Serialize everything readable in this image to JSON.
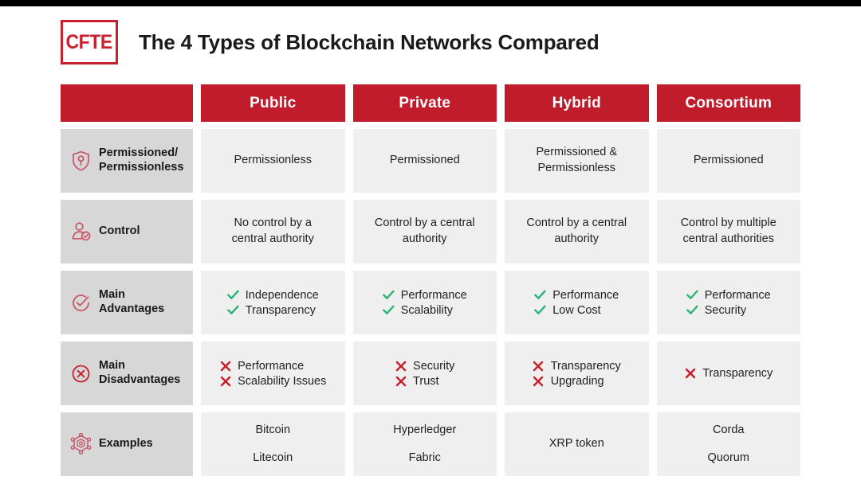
{
  "logo": {
    "text": "CFTE",
    "color": "#C8202E"
  },
  "header": {
    "title": "The 4 Types of Blockchain Networks Compared"
  },
  "theme": {
    "header_red": "#C11C2B",
    "label_bg": "#D7D7D7",
    "cell_bg": "#EFEFEF",
    "check_green": "#29B473",
    "cross_red": "#C8202E"
  },
  "table": {
    "corner_label": "",
    "columns": [
      "Public",
      "Private",
      "Hybrid",
      "Consortium"
    ],
    "rows": [
      {
        "icon": "shield-key-icon",
        "label": "Permissioned/\nPermissionless",
        "label_line1": "Permissioned/",
        "label_line2": "Permissionless",
        "type": "text",
        "cells": [
          {
            "lines": [
              "Permissionless"
            ]
          },
          {
            "lines": [
              "Permissioned"
            ]
          },
          {
            "lines": [
              "Permissioned &",
              "Permissionless"
            ]
          },
          {
            "lines": [
              "Permissioned"
            ]
          }
        ]
      },
      {
        "icon": "user-check-icon",
        "label_line1": "Control",
        "label_line2": "",
        "type": "text",
        "cells": [
          {
            "lines": [
              "No control by a",
              "central authority"
            ]
          },
          {
            "lines": [
              "Control by a central",
              "authority"
            ]
          },
          {
            "lines": [
              "Control by a central",
              "authority"
            ]
          },
          {
            "lines": [
              "Control by multiple",
              "central authorities"
            ]
          }
        ]
      },
      {
        "icon": "circle-check-icon",
        "label_line1": "Main",
        "label_line2": "Advantages",
        "type": "check",
        "cells": [
          {
            "items": [
              "Independence",
              "Transparency"
            ]
          },
          {
            "items": [
              "Performance",
              "Scalability"
            ]
          },
          {
            "items": [
              "Performance",
              "Low Cost"
            ]
          },
          {
            "items": [
              "Performance",
              "Security"
            ]
          }
        ]
      },
      {
        "icon": "circle-cross-icon",
        "label_line1": "Main",
        "label_line2": "Disadvantages",
        "type": "cross",
        "cells": [
          {
            "items": [
              "Performance",
              "Scalability Issues"
            ]
          },
          {
            "items": [
              "Security",
              "Trust"
            ]
          },
          {
            "items": [
              "Transparency",
              "Upgrading"
            ]
          },
          {
            "items": [
              "Transparency"
            ]
          }
        ]
      },
      {
        "icon": "blockchain-node-icon",
        "label_line1": "Examples",
        "label_line2": "",
        "type": "stacked",
        "cells": [
          {
            "lines": [
              "Bitcoin",
              "Litecoin"
            ]
          },
          {
            "lines": [
              "Hyperledger",
              "Fabric"
            ]
          },
          {
            "lines": [
              "XRP token"
            ]
          },
          {
            "lines": [
              "Corda",
              "Quorum"
            ]
          }
        ]
      }
    ]
  }
}
